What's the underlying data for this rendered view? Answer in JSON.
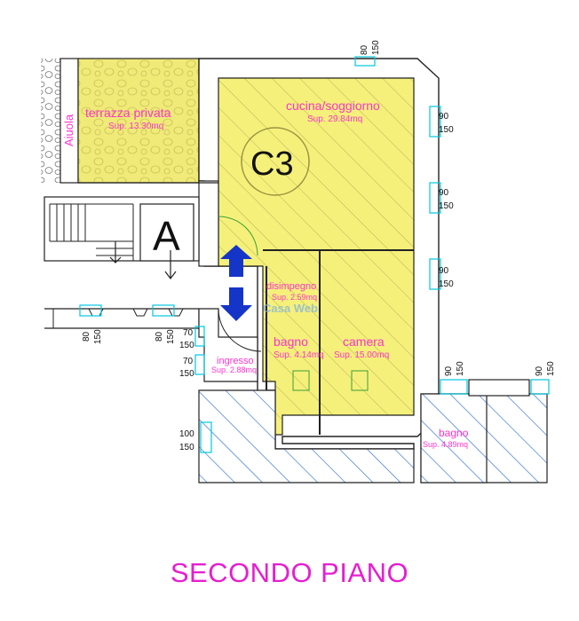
{
  "plan": {
    "floor_title": "SECONDO PIANO",
    "apartment_code": "C3",
    "stair_label": "A",
    "garden_label": "Aiuola",
    "watermark": "Casa Web",
    "rooms": [
      {
        "name": "terrazza privata",
        "area": "Sup. 13.30mq"
      },
      {
        "name": "cucina/soggiorno",
        "area": "Sup. 29.84mq"
      },
      {
        "name": "disimpegno",
        "area": "Sup. 2.59mq"
      },
      {
        "name": "bagno",
        "area": "Sup. 4.14mq"
      },
      {
        "name": "camera",
        "area": "Sup. 15.00mq"
      },
      {
        "name": "ingresso",
        "area": "Sup. 2.88mq"
      },
      {
        "name": "bagno",
        "area": "Sup. 4.89mq"
      }
    ],
    "dimensions": {
      "top_window": [
        "80",
        "150"
      ],
      "right_window_1": [
        "90",
        "150"
      ],
      "right_window_2": [
        "90",
        "150"
      ],
      "right_window_3": [
        "90",
        "150"
      ],
      "left_window_1": [
        "80",
        "150"
      ],
      "left_window_2": [
        "80",
        "150"
      ],
      "entry_1": [
        "70",
        "150"
      ],
      "entry_2": [
        "70",
        "150"
      ],
      "lower_left_window": [
        "100",
        "150"
      ],
      "lower_right_1": [
        "90",
        "150"
      ],
      "lower_right_2": [
        "90",
        "150"
      ]
    },
    "colors": {
      "room_fill": "#f5f07a",
      "terrace_fill": "#f0ea78",
      "hatch": "#2f6fd6",
      "label": "#ff33cc",
      "arrow": "#1535c8",
      "dimension": "#00c8e0"
    }
  }
}
